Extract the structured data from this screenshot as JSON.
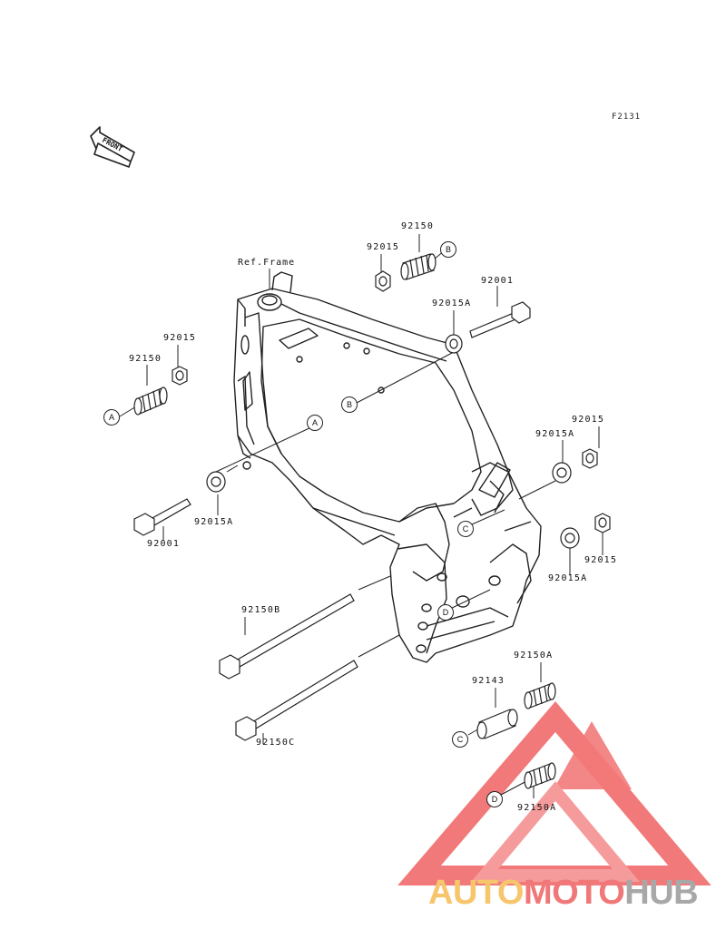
{
  "figure_code": "F2131",
  "front_label": "FRONT",
  "ref_frame_label": "Ref.Frame",
  "callouts": {
    "A": "A",
    "B": "B",
    "C": "C",
    "D": "D"
  },
  "part_labels": {
    "p92015_top": "92015",
    "p92150_top": "92150",
    "p92001_top": "92001",
    "p92015A_top": "92015A",
    "p92015_left": "92015",
    "p92150_left": "92150",
    "p92015A_left": "92015A",
    "p92001_left": "92001",
    "p92015_right_top": "92015",
    "p92015A_right_top": "92015A",
    "p92015_right_bot": "92015",
    "p92015A_right_bot": "92015A",
    "p92150B": "92150B",
    "p92150C": "92150C",
    "p92150A_top": "92150A",
    "p92143": "92143",
    "p92150A_bot": "92150A"
  },
  "watermark": {
    "part1": "AUTO",
    "part2": "MOTO",
    "part3": "HUB",
    "colors": {
      "auto": "#f7c56c",
      "moto": "#f07878",
      "hub": "#a8a8a8",
      "triangle": "#ee4d4d"
    }
  }
}
